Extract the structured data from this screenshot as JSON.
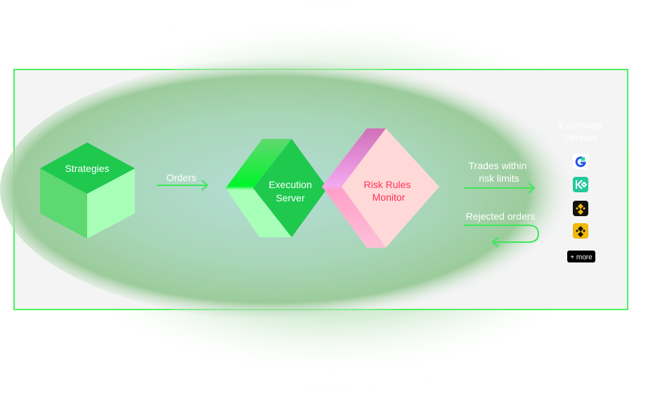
{
  "nodes": {
    "strategies": "Strategies",
    "execution_line1": "Execution",
    "execution_line2": "Server",
    "risk_line1": "Risk Rules",
    "risk_line2": "Monitor"
  },
  "edges": {
    "orders": "Orders",
    "trades_line1": "Trades within",
    "trades_line2": "risk limits",
    "rejected": "Rejected orders"
  },
  "venues": {
    "title_line1": "Exchange",
    "title_line2": "Venues",
    "icons": [
      "gate-icon",
      "kucoin-icon",
      "binance-dark-icon",
      "binance-yellow-icon"
    ],
    "more_label": "+ more"
  },
  "colors": {
    "green": "#1ec94e",
    "bright_green": "#00f52a",
    "light_green": "#a8ffb8",
    "pink_face": "#ffd8d8",
    "risk_text": "#ff3355",
    "frame": "#4cf060"
  }
}
